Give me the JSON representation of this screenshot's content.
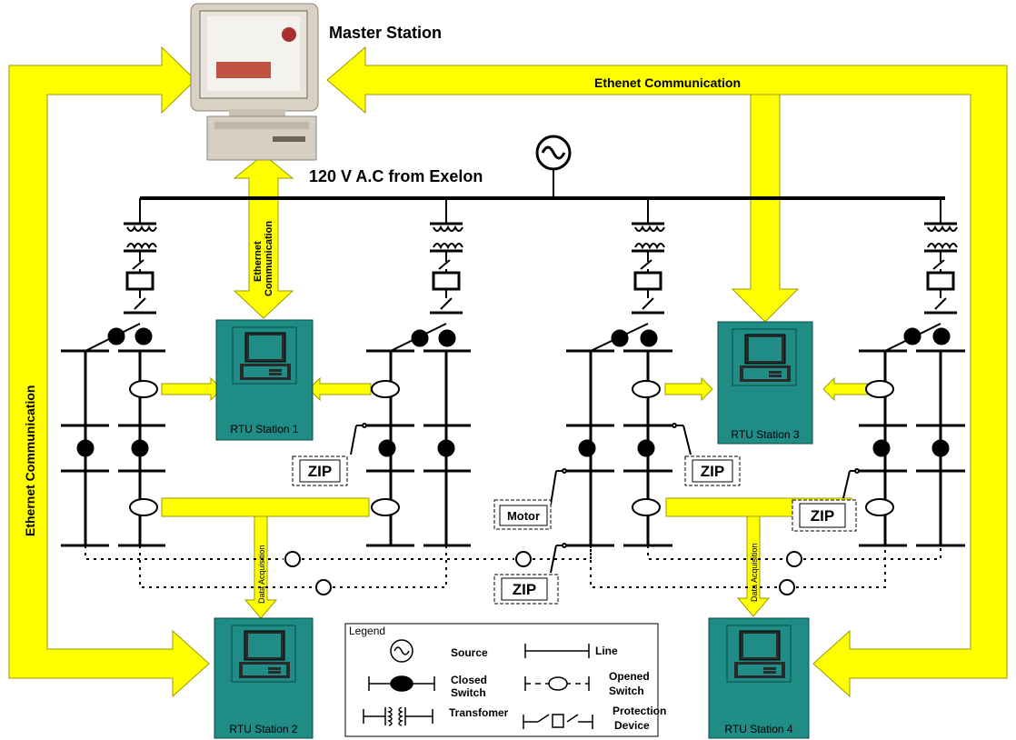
{
  "title": "Master Station",
  "source_label": "120 V A.C from Exelon",
  "comm": {
    "top_right": "Ethenet Communication",
    "left": "Ethernet Communication",
    "vertical_ethernet": "Ethernet",
    "vertical_communication": "Communication",
    "data_acquisition": "Data Acquisition"
  },
  "rtu": {
    "s1": "RTU Station 1",
    "s2": "RTU Station 2",
    "s3": "RTU Station 3",
    "s4": "RTU Station 4"
  },
  "loads": {
    "zip": "ZIP",
    "motor": "Motor"
  },
  "legend": {
    "title": "Legend",
    "source": "Source",
    "line": "Line",
    "closed_1": "Closed",
    "closed_2": "Switch",
    "opened_1": "Opened",
    "opened_2": "Switch",
    "transformer": "Transfomer",
    "protection_1": "Protection",
    "protection_2": "Device"
  },
  "colors": {
    "arrow": "#ffff00",
    "arrow_border": "#b0b000",
    "rtu_box": "#1f8c86",
    "background": "#ffffff"
  }
}
